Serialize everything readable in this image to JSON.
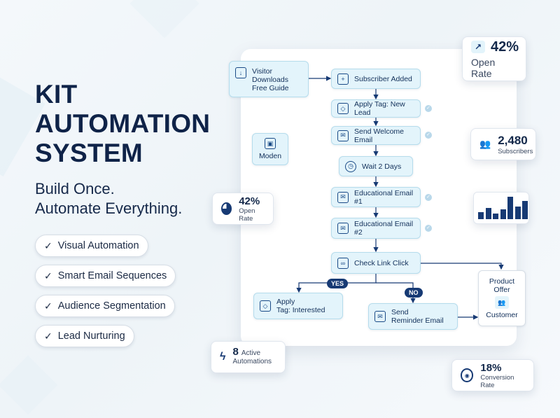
{
  "hero": {
    "title_line1": "KIT",
    "title_line2": "AUTOMATION",
    "title_line3": "SYSTEM",
    "subtitle_line1": "Build Once.",
    "subtitle_line2": "Automate Everything."
  },
  "features": [
    {
      "label": "Visual Automation"
    },
    {
      "label": "Smart Email Sequences"
    },
    {
      "label": "Audience Segmentation"
    },
    {
      "label": "Lead Nurturing"
    }
  ],
  "flow": {
    "trigger": {
      "line1": "Visitor",
      "line2": "Downloads",
      "line3": "Free Guide"
    },
    "side_node": {
      "label": "Moden"
    },
    "steps": [
      {
        "label": "Subscriber Added"
      },
      {
        "label": "Apply Tag: New Lead"
      },
      {
        "label": "Send Welcome Email"
      },
      {
        "label": "Wait 2 Days"
      },
      {
        "label": "Educational Email #1"
      },
      {
        "label": "Educational Email #2"
      },
      {
        "label": "Check Link Click"
      }
    ],
    "yes_label": "YES",
    "no_label": "NO",
    "yes_branch": {
      "line1": "Apply",
      "line2": "Tag: Interested"
    },
    "no_branch": {
      "line1": "Send",
      "line2": "Reminder Email"
    },
    "offer": {
      "line1": "Product",
      "line2": "Offer",
      "line3": "Customer"
    }
  },
  "stats": {
    "open_rate_top": {
      "value": "42%",
      "label": "Open Rate"
    },
    "subscribers": {
      "value": "2,480",
      "label": "Subscribers"
    },
    "open_rate_left": {
      "value": "42%",
      "label": "Open Rate"
    },
    "automations": {
      "value": "8",
      "label_line1": "Active",
      "label_line2": "Automations"
    },
    "conversion": {
      "value": "18%",
      "label": "Conversion Rate"
    }
  },
  "mini_bars": {
    "values": [
      0.3,
      0.5,
      0.25,
      0.45,
      1.0,
      0.55,
      0.8
    ]
  },
  "colors": {
    "navy": "#173a74",
    "node_fill": "#e3f4fb",
    "node_border": "#b5dcec"
  },
  "icons": {
    "trigger": "download-icon",
    "subscriber": "user-plus-icon",
    "tag": "tag-icon",
    "email": "mail-icon",
    "wait": "clock-icon",
    "link": "link-icon",
    "trend": "trend-up-icon",
    "users": "users-icon",
    "pie": "pie-chart-icon",
    "bolt": "bolt-icon",
    "target": "target-icon"
  }
}
